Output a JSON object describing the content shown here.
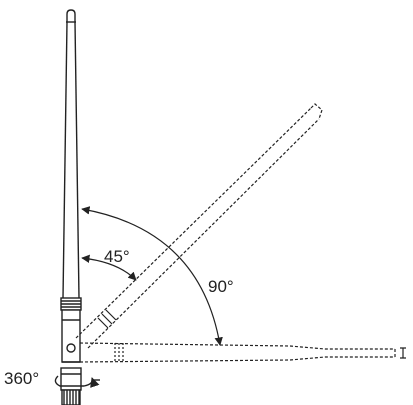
{
  "labels": {
    "angle_45": "45°",
    "angle_90": "90°",
    "angle_360": "360°"
  },
  "colors": {
    "stroke": "#222222",
    "background": "#ffffff"
  }
}
